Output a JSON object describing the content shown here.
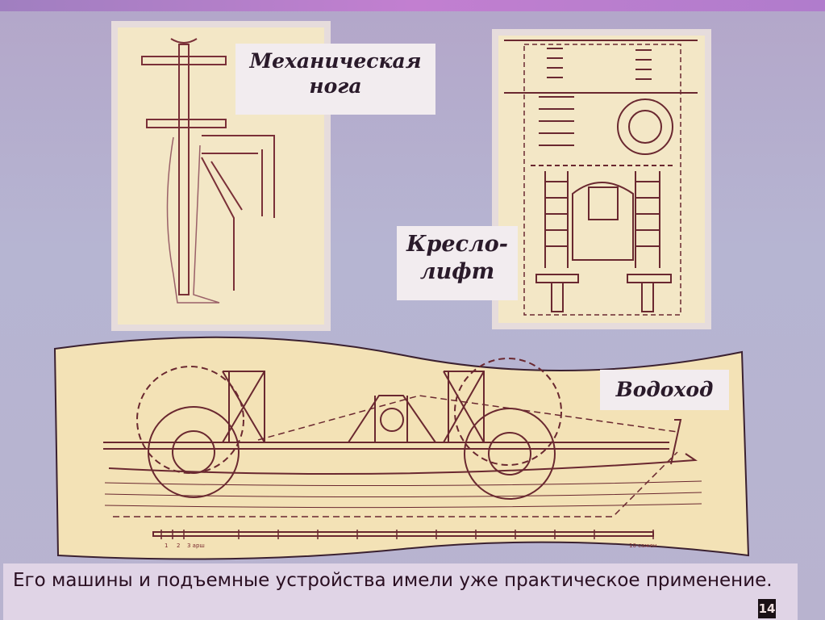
{
  "labels": {
    "leg": [
      "Механическая",
      "нога"
    ],
    "chairlift": [
      "Кресло-",
      "лифт"
    ],
    "boat": "Водоход"
  },
  "scale": {
    "ticks": [
      "1",
      "2",
      "3 арш",
      "10 сажен"
    ]
  },
  "caption": "Его машины и подъемные устройства имели уже практическое применение.",
  "page_number": "14"
}
